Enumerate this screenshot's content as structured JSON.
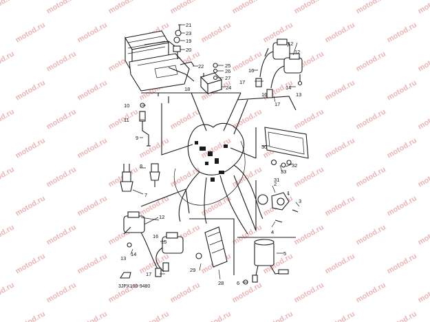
{
  "watermark_text": "motod.ru",
  "diagram_code": "3JPX100-9480",
  "callouts": [
    "1",
    "2",
    "3",
    "4",
    "5",
    "6",
    "7",
    "8",
    "9",
    "10",
    "11",
    "12",
    "12",
    "13",
    "13",
    "14",
    "14",
    "15",
    "16",
    "16",
    "17",
    "17",
    "17",
    "18",
    "19",
    "20",
    "21",
    "22",
    "23",
    "24",
    "25",
    "26",
    "27",
    "28",
    "29",
    "30",
    "31",
    "32",
    "33"
  ],
  "colors": {
    "ink": "#1a1a1a",
    "watermark": "#e9a7a7",
    "background": "#ffffff"
  }
}
